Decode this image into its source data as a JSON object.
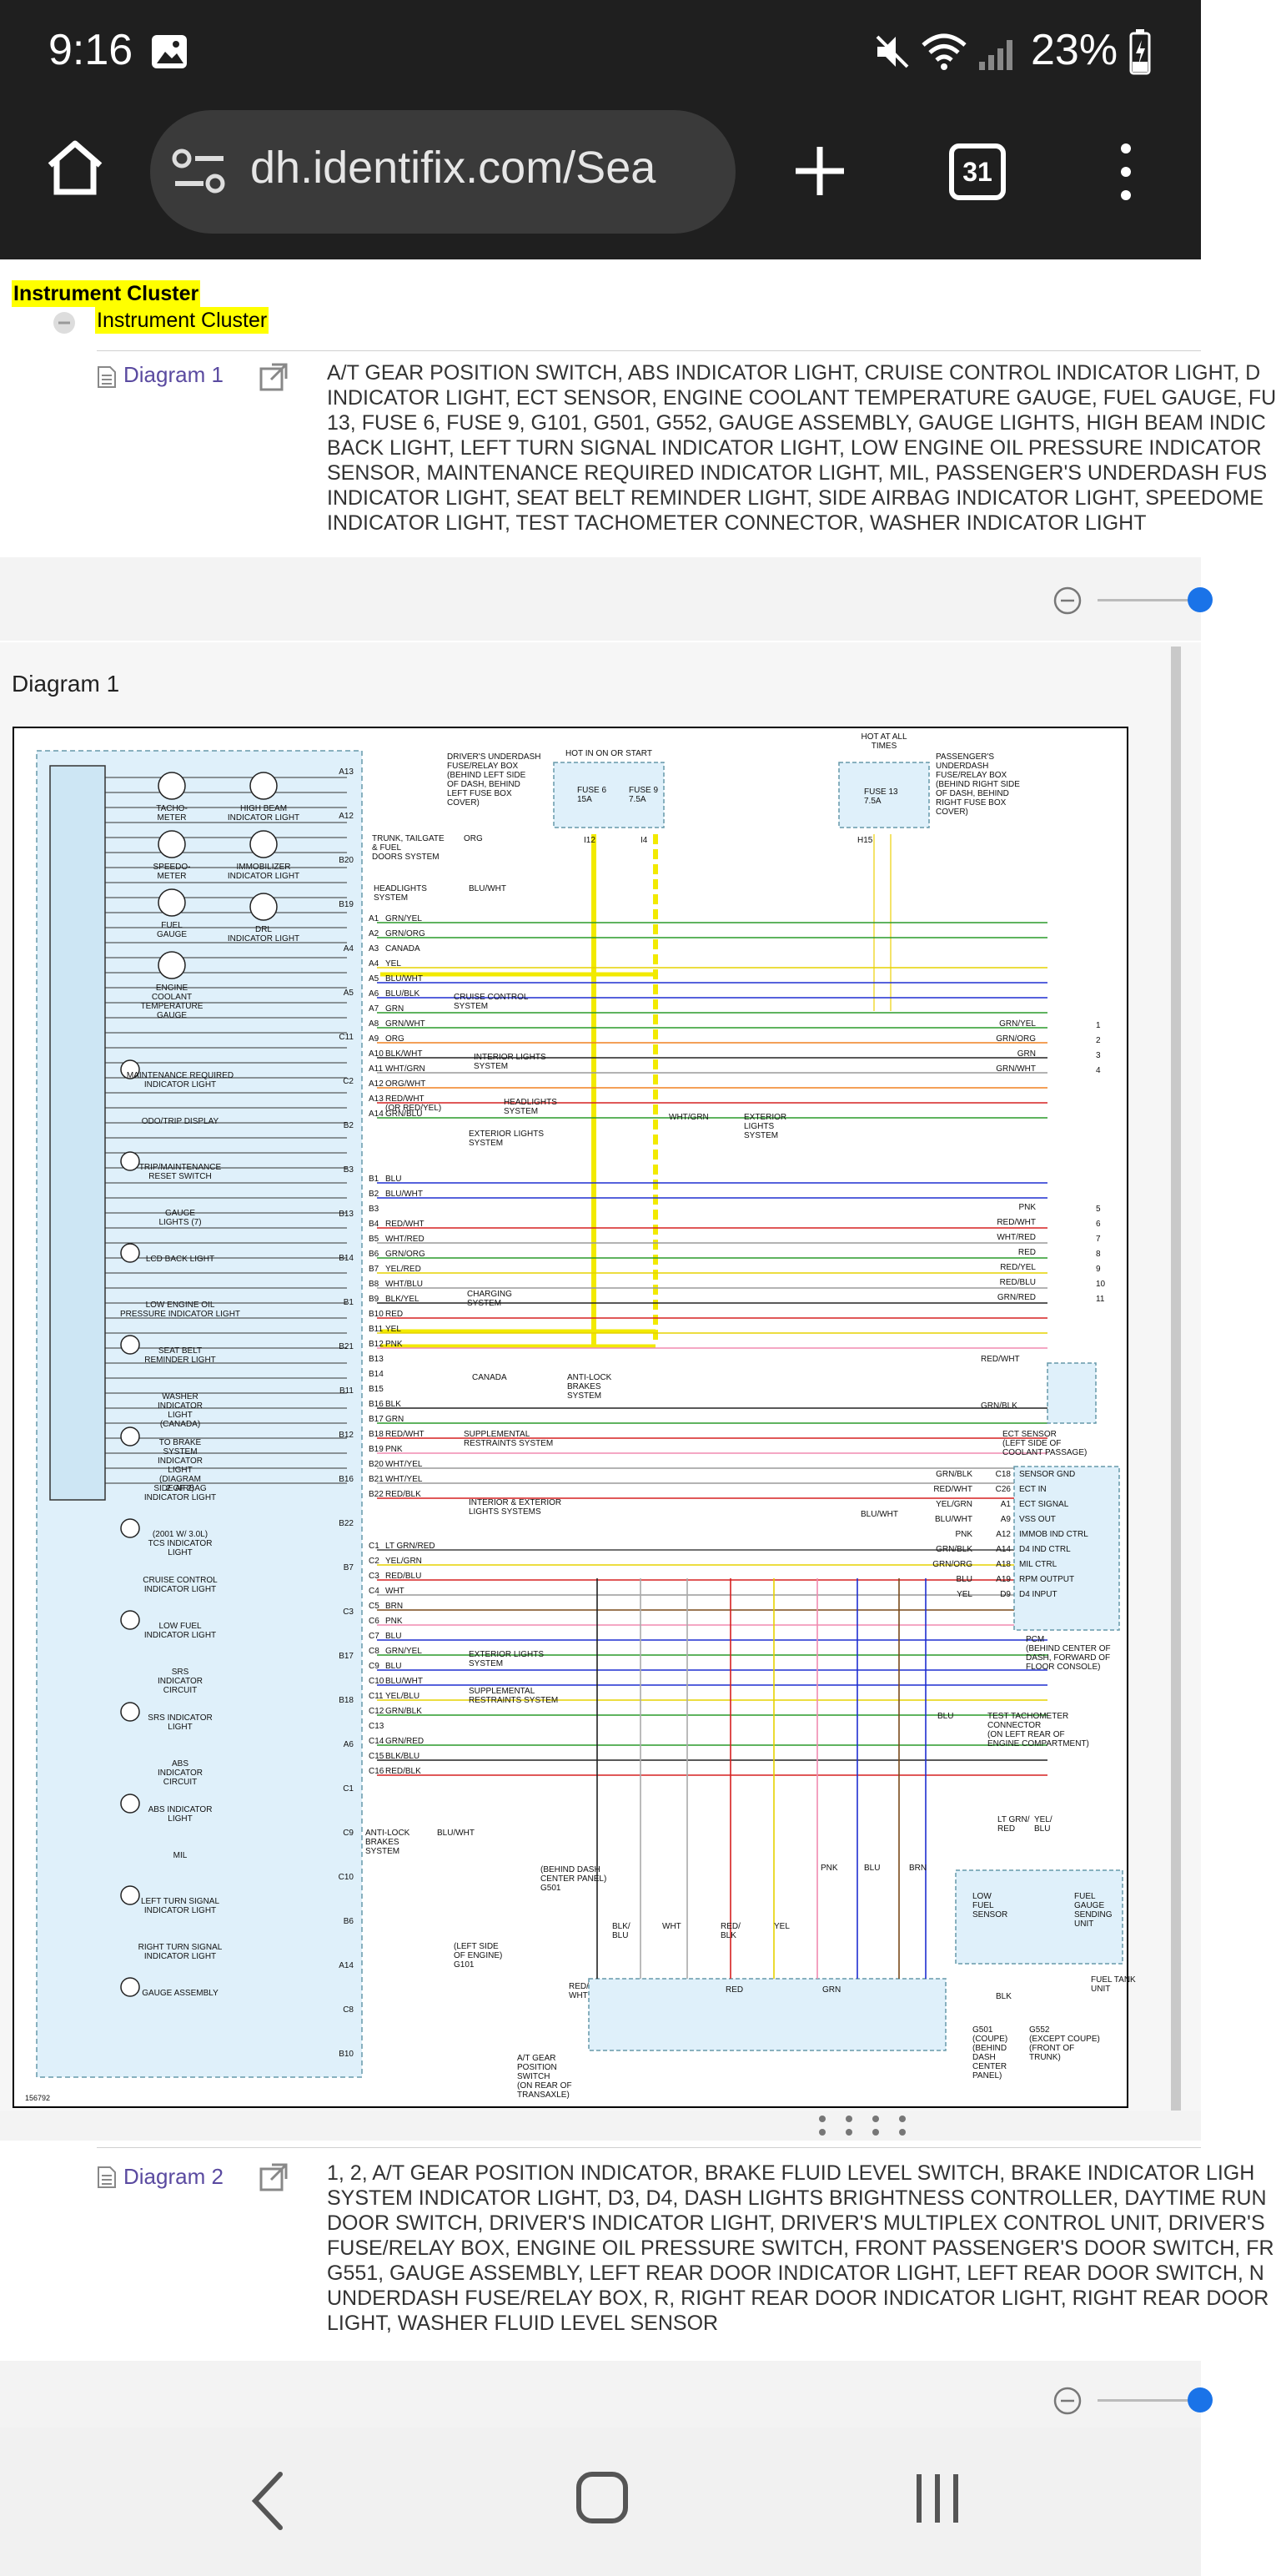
{
  "status_bar": {
    "time": "9:16",
    "battery": "23%",
    "icons": [
      "image-icon",
      "mute-icon",
      "wifi-icon",
      "signal-icon",
      "battery-icon"
    ]
  },
  "browser": {
    "url": "dh.identifix.com/Sea",
    "tab_count": "31",
    "icons": [
      "home-icon",
      "site-settings-icon",
      "new-tab-icon",
      "menu-icon"
    ]
  },
  "breadcrumb": {
    "root": "Instrument Cluster",
    "child": "Instrument Cluster"
  },
  "rows": [
    {
      "link": "Diagram 1",
      "description_lines": [
        "A/T GEAR POSITION SWITCH, ABS INDICATOR LIGHT, CRUISE CONTROL INDICATOR LIGHT, D",
        "INDICATOR LIGHT, ECT SENSOR, ENGINE COOLANT TEMPERATURE GAUGE, FUEL GAUGE, FU",
        "13, FUSE 6, FUSE 9, G101, G501, G552, GAUGE ASSEMBLY, GAUGE LIGHTS, HIGH BEAM INDIC",
        "BACK LIGHT, LEFT TURN SIGNAL INDICATOR LIGHT, LOW ENGINE OIL PRESSURE INDICATOR",
        "SENSOR, MAINTENANCE REQUIRED INDICATOR LIGHT, MIL, PASSENGER'S UNDERDASH FUS",
        "INDICATOR LIGHT, SEAT BELT REMINDER LIGHT, SIDE AIRBAG INDICATOR LIGHT, SPEEDOME",
        "INDICATOR LIGHT, TEST TACHOMETER CONNECTOR, WASHER INDICATOR LIGHT"
      ]
    },
    {
      "link": "Diagram 2",
      "description_lines": [
        "1, 2, A/T GEAR POSITION INDICATOR, BRAKE FLUID LEVEL SWITCH, BRAKE INDICATOR LIGH",
        "SYSTEM INDICATOR LIGHT, D3, D4, DASH LIGHTS BRIGHTNESS CONTROLLER, DAYTIME RUN",
        "DOOR SWITCH, DRIVER'S INDICATOR LIGHT, DRIVER'S MULTIPLEX CONTROL UNIT, DRIVER'S",
        "FUSE/RELAY BOX, ENGINE OIL PRESSURE SWITCH, FRONT PASSENGER'S DOOR SWITCH, FR",
        "G551, GAUGE ASSEMBLY, LEFT REAR DOOR INDICATOR LIGHT, LEFT REAR DOOR SWITCH, N",
        "UNDERDASH FUSE/RELAY BOX, R, RIGHT REAR DOOR INDICATOR LIGHT, RIGHT REAR DOOR",
        "LIGHT, WASHER FLUID LEVEL SENSOR"
      ]
    }
  ],
  "diagram": {
    "title": "Diagram 1",
    "figure_id": "156792",
    "left_pins": [
      "A13",
      "A12",
      "B20",
      "B19",
      "A4",
      "A5",
      "C11",
      "C2",
      "B2",
      "B3",
      "B13",
      "B14",
      "B1",
      "B21",
      "B11",
      "B12",
      "B16",
      "B22",
      "B7",
      "C3",
      "B17",
      "B18",
      "A6",
      "C1",
      "C9",
      "C10",
      "B6",
      "A14",
      "C8",
      "B10"
    ],
    "gauge_labels": [
      "TACHO-\nMETER",
      "SPEEDO-\nMETER",
      "FUEL\nGAUGE",
      "ENGINE\nCOOLANT\nTEMPERATURE\nGAUGE",
      "HIGH BEAM\nINDICATOR LIGHT",
      "IMMOBILIZER\nINDICATOR LIGHT",
      "DRL\nINDICATOR LIGHT",
      "MAINTENANCE REQUIRED\nINDICATOR LIGHT",
      "ODO/TRIP DISPLAY",
      "TRIP/MAINTENANCE\nRESET SWITCH",
      "GAUGE\nLIGHTS (7)",
      "LCD BACK LIGHT",
      "LOW ENGINE OIL\nPRESSURE INDICATOR LIGHT",
      "SEAT BELT\nREMINDER LIGHT",
      "WASHER\nINDICATOR\nLIGHT\n(CANADA)",
      "TO BRAKE\nSYSTEM\nINDICATOR\nLIGHT\n(DIAGRAM\n2 OF 2)",
      "SIDE AIRBAG\nINDICATOR LIGHT",
      "(2001 W/ 3.0L)\nTCS INDICATOR\nLIGHT",
      "CRUISE CONTROL\nINDICATOR LIGHT",
      "LOW FUEL\nINDICATOR LIGHT",
      "SRS\nINDICATOR\nCIRCUIT",
      "SRS INDICATOR\nLIGHT",
      "ABS\nINDICATOR\nCIRCUIT",
      "ABS INDICATOR\nLIGHT",
      "MIL",
      "LEFT TURN SIGNAL\nINDICATOR LIGHT",
      "RIGHT TURN SIGNAL\nINDICATOR LIGHT",
      "GAUGE ASSEMBLY"
    ],
    "top_boxes": [
      {
        "title": "HOT IN ON OR START",
        "fuses": [
          "FUSE 6\n15A",
          "FUSE 9\n7.5A"
        ],
        "pins": [
          "I12",
          "I4"
        ]
      },
      {
        "title": "HOT AT ALL\nTIMES",
        "fuses": [
          "FUSE 13\n7.5A"
        ],
        "pins": [
          "H15"
        ]
      }
    ],
    "top_box_labels": [
      "DRIVER'S UNDERDASH\nFUSE/RELAY BOX\n(BEHIND LEFT SIDE\nOF DASH, BEHIND\nLEFT FUSE BOX\nCOVER)",
      "PASSENGER'S\nUNDERDASH\nFUSE/RELAY BOX\n(BEHIND RIGHT SIDE\nOF DASH, BEHIND\nRIGHT FUSE BOX\nCOVER)"
    ],
    "connector_a": [
      {
        "pin": "A1",
        "wire": "GRN/YEL"
      },
      {
        "pin": "A2",
        "wire": "GRN/ORG"
      },
      {
        "pin": "A3",
        "wire": "CANADA"
      },
      {
        "pin": "A4",
        "wire": "YEL"
      },
      {
        "pin": "A5",
        "wire": "BLU/WHT"
      },
      {
        "pin": "A6",
        "wire": "BLU/BLK"
      },
      {
        "pin": "A7",
        "wire": "GRN"
      },
      {
        "pin": "A8",
        "wire": "GRN/WHT"
      },
      {
        "pin": "A9",
        "wire": "ORG"
      },
      {
        "pin": "A10",
        "wire": "BLK/WHT"
      },
      {
        "pin": "A11",
        "wire": "WHT/GRN"
      },
      {
        "pin": "A12",
        "wire": "ORG/WHT"
      },
      {
        "pin": "A13",
        "wire": "RED/WHT\n(OR RED/YEL)"
      },
      {
        "pin": "A14",
        "wire": "GRN/BLU"
      }
    ],
    "connector_b": [
      {
        "pin": "B1",
        "wire": "BLU"
      },
      {
        "pin": "B2",
        "wire": "BLU/WHT"
      },
      {
        "pin": "B3",
        "wire": ""
      },
      {
        "pin": "B4",
        "wire": "RED/WHT"
      },
      {
        "pin": "B5",
        "wire": "WHT/RED"
      },
      {
        "pin": "B6",
        "wire": "GRN/ORG"
      },
      {
        "pin": "B7",
        "wire": "YEL/RED"
      },
      {
        "pin": "B8",
        "wire": "WHT/BLU"
      },
      {
        "pin": "B9",
        "wire": "BLK/YEL"
      },
      {
        "pin": "B10",
        "wire": "RED"
      },
      {
        "pin": "B11",
        "wire": "YEL"
      },
      {
        "pin": "B12",
        "wire": "PNK"
      },
      {
        "pin": "B13",
        "wire": ""
      },
      {
        "pin": "B14",
        "wire": ""
      },
      {
        "pin": "B15",
        "wire": ""
      },
      {
        "pin": "B16",
        "wire": "BLK"
      },
      {
        "pin": "B17",
        "wire": "GRN"
      },
      {
        "pin": "B18",
        "wire": "RED/WHT"
      },
      {
        "pin": "B19",
        "wire": "PNK"
      },
      {
        "pin": "B20",
        "wire": "WHT/YEL"
      },
      {
        "pin": "B21",
        "wire": "WHT/YEL"
      },
      {
        "pin": "B22",
        "wire": "RED/BLK"
      }
    ],
    "connector_c": [
      {
        "pin": "C1",
        "wire": "LT GRN/RED"
      },
      {
        "pin": "C2",
        "wire": "YEL/GRN"
      },
      {
        "pin": "C3",
        "wire": "RED/BLU"
      },
      {
        "pin": "C4",
        "wire": "WHT"
      },
      {
        "pin": "C5",
        "wire": "BRN"
      },
      {
        "pin": "C6",
        "wire": "PNK"
      },
      {
        "pin": "C7",
        "wire": "BLU"
      },
      {
        "pin": "C8",
        "wire": "GRN/YEL"
      },
      {
        "pin": "C9",
        "wire": "BLU"
      },
      {
        "pin": "C10",
        "wire": "BLU/WHT"
      },
      {
        "pin": "C11",
        "wire": "YEL/BLU"
      },
      {
        "pin": "C12",
        "wire": "GRN/BLK"
      },
      {
        "pin": "C13",
        "wire": ""
      },
      {
        "pin": "C14",
        "wire": "GRN/RED"
      },
      {
        "pin": "C15",
        "wire": "BLK/BLU"
      },
      {
        "pin": "C16",
        "wire": "RED/BLK"
      }
    ],
    "system_labels": [
      "TRUNK, TAILGATE\n& FUEL\nDOORS SYSTEM",
      "ORG",
      "HEADLIGHTS\nSYSTEM",
      "BLU/WHT",
      "CRUISE CONTROL\nSYSTEM",
      "INTERIOR LIGHTS\nSYSTEM",
      "HEADLIGHTS\nSYSTEM",
      "EXTERIOR LIGHTS\nSYSTEM",
      "WHT/GRN",
      "EXTERIOR\nLIGHTS\nSYSTEM",
      "CHARGING\nSYSTEM",
      "CANADA",
      "ANTI-LOCK\nBRAKES\nSYSTEM",
      "SUPPLEMENTAL\nRESTRAINTS SYSTEM",
      "INTERIOR & EXTERIOR\nLIGHTS SYSTEMS",
      "EXTERIOR LIGHTS\nSYSTEM",
      "SUPPLEMENTAL\nRESTRAINTS SYSTEM",
      "ANTI-LOCK\nBRAKES\nSYSTEM",
      "BLU/WHT"
    ],
    "right_wires": [
      {
        "wire": "GRN/YEL",
        "num": "1"
      },
      {
        "wire": "GRN/ORG",
        "num": "2"
      },
      {
        "wire": "GRN",
        "num": "3"
      },
      {
        "wire": "GRN/WHT",
        "num": "4"
      },
      {
        "wire": "PNK",
        "num": "5"
      },
      {
        "wire": "RED/WHT",
        "num": "6"
      },
      {
        "wire": "WHT/RED",
        "num": "7"
      },
      {
        "wire": "RED",
        "num": "8"
      },
      {
        "wire": "RED/YEL",
        "num": "9"
      },
      {
        "wire": "RED/BLU",
        "num": "10"
      },
      {
        "wire": "GRN/RED",
        "num": "11"
      }
    ],
    "pcm_pins": [
      {
        "pin": "C18",
        "label": "SENSOR GND",
        "wire": "GRN/BLK"
      },
      {
        "pin": "C26",
        "label": "ECT IN",
        "wire": "RED/WHT"
      },
      {
        "pin": "A1",
        "label": "ECT SIGNAL",
        "wire": "YEL/GRN"
      },
      {
        "pin": "A9",
        "label": "VSS OUT",
        "wire": "BLU/WHT"
      },
      {
        "pin": "A12",
        "label": "IMMOB IND CTRL",
        "wire": "PNK"
      },
      {
        "pin": "A14",
        "label": "D4 IND CTRL",
        "wire": "GRN/BLK"
      },
      {
        "pin": "A18",
        "label": "MIL CTRL",
        "wire": "GRN/ORG"
      },
      {
        "pin": "A19",
        "label": "RPM OUTPUT",
        "wire": "BLU"
      },
      {
        "pin": "D9",
        "label": "D4 INPUT",
        "wire": "YEL"
      }
    ],
    "component_labels": [
      "RED/WHT",
      "GRN/BLK",
      "ECT SENSOR\n(LEFT SIDE OF\nCOOLANT PASSAGE)",
      "BLU/WHT",
      "PCM\n(BEHIND CENTER OF\nDASH, FORWARD OF\nFLOOR CONSOLE)",
      "BLU",
      "TEST TACHOMETER\nCONNECTOR\n(ON LEFT REAR OF\nENGINE COMPARTMENT)",
      "LT GRN/\nRED",
      "YEL/\nBLU",
      "LOW\nFUEL\nSENSOR",
      "FUEL\nGAUGE\nSENDING\nUNIT",
      "FUEL TANK\nUNIT",
      "BLK",
      "G501\n(COUPE)\n(BEHIND\nDASH\nCENTER\nPANEL)",
      "G552\n(EXCEPT COUPE)\n(FRONT OF\nTRUNK)",
      "A/T GEAR\nPOSITION\nSWITCH\n(ON REAR OF\nTRANSAXLE)",
      "(BEHIND DASH\nCENTER PANEL)\nG501",
      "(LEFT SIDE\nOF ENGINE)\nG101",
      "BLK/\nBLU",
      "WHT",
      "RED/\nBLK",
      "YEL",
      "PNK",
      "BLU",
      "BRN",
      "RED/\nWHT",
      "RED",
      "GRN"
    ]
  },
  "colors": {
    "highlight": "#ffff00",
    "link": "#5a4aa0",
    "status_bg": "#1f1f1f",
    "diagram_box": "#dff0fa",
    "slider": "#1a73e8"
  }
}
